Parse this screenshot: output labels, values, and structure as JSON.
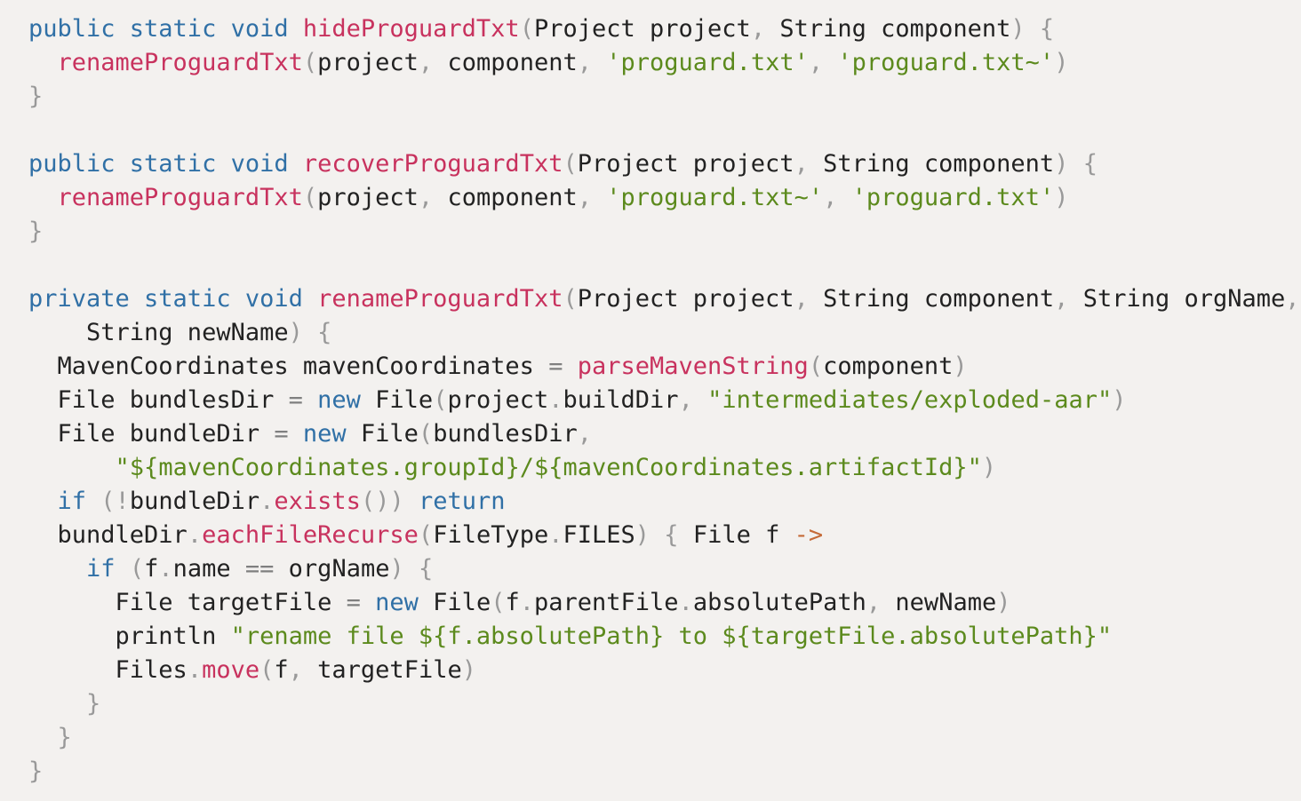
{
  "code": {
    "lines": [
      [
        [
          "kw",
          "public static void "
        ],
        [
          "fn",
          "hideProguardTxt"
        ],
        [
          "pun",
          "("
        ],
        [
          "id",
          "Project project"
        ],
        [
          "pun",
          ", "
        ],
        [
          "id",
          "String component"
        ],
        [
          "pun",
          ") {"
        ]
      ],
      [
        [
          "id",
          "  "
        ],
        [
          "fn",
          "renameProguardTxt"
        ],
        [
          "pun",
          "("
        ],
        [
          "id",
          "project"
        ],
        [
          "pun",
          ", "
        ],
        [
          "id",
          "component"
        ],
        [
          "pun",
          ", "
        ],
        [
          "str",
          "'proguard.txt'"
        ],
        [
          "pun",
          ", "
        ],
        [
          "str",
          "'proguard.txt~'"
        ],
        [
          "pun",
          ")"
        ]
      ],
      [
        [
          "pun",
          "}"
        ]
      ],
      [],
      [
        [
          "kw",
          "public static void "
        ],
        [
          "fn",
          "recoverProguardTxt"
        ],
        [
          "pun",
          "("
        ],
        [
          "id",
          "Project project"
        ],
        [
          "pun",
          ", "
        ],
        [
          "id",
          "String component"
        ],
        [
          "pun",
          ") {"
        ]
      ],
      [
        [
          "id",
          "  "
        ],
        [
          "fn",
          "renameProguardTxt"
        ],
        [
          "pun",
          "("
        ],
        [
          "id",
          "project"
        ],
        [
          "pun",
          ", "
        ],
        [
          "id",
          "component"
        ],
        [
          "pun",
          ", "
        ],
        [
          "str",
          "'proguard.txt~'"
        ],
        [
          "pun",
          ", "
        ],
        [
          "str",
          "'proguard.txt'"
        ],
        [
          "pun",
          ")"
        ]
      ],
      [
        [
          "pun",
          "}"
        ]
      ],
      [],
      [
        [
          "kw",
          "private static void "
        ],
        [
          "fn",
          "renameProguardTxt"
        ],
        [
          "pun",
          "("
        ],
        [
          "id",
          "Project project"
        ],
        [
          "pun",
          ", "
        ],
        [
          "id",
          "String component"
        ],
        [
          "pun",
          ", "
        ],
        [
          "id",
          "String orgName"
        ],
        [
          "pun",
          ","
        ]
      ],
      [
        [
          "id",
          "    String newName"
        ],
        [
          "pun",
          ") {"
        ]
      ],
      [
        [
          "id",
          "  MavenCoordinates mavenCoordinates "
        ],
        [
          "op",
          "= "
        ],
        [
          "fn",
          "parseMavenString"
        ],
        [
          "pun",
          "("
        ],
        [
          "id",
          "component"
        ],
        [
          "pun",
          ")"
        ]
      ],
      [
        [
          "id",
          "  File bundlesDir "
        ],
        [
          "op",
          "= "
        ],
        [
          "kw",
          "new "
        ],
        [
          "id",
          "File"
        ],
        [
          "pun",
          "("
        ],
        [
          "id",
          "project"
        ],
        [
          "pun",
          "."
        ],
        [
          "id",
          "buildDir"
        ],
        [
          "pun",
          ", "
        ],
        [
          "str",
          "\"intermediates/exploded-aar\""
        ],
        [
          "pun",
          ")"
        ]
      ],
      [
        [
          "id",
          "  File bundleDir "
        ],
        [
          "op",
          "= "
        ],
        [
          "kw",
          "new "
        ],
        [
          "id",
          "File"
        ],
        [
          "pun",
          "("
        ],
        [
          "id",
          "bundlesDir"
        ],
        [
          "pun",
          ","
        ]
      ],
      [
        [
          "id",
          "      "
        ],
        [
          "str",
          "\"${mavenCoordinates.groupId}/${mavenCoordinates.artifactId}\""
        ],
        [
          "pun",
          ")"
        ]
      ],
      [
        [
          "id",
          "  "
        ],
        [
          "kw",
          "if "
        ],
        [
          "pun",
          "(!"
        ],
        [
          "id",
          "bundleDir"
        ],
        [
          "pun",
          "."
        ],
        [
          "fn",
          "exists"
        ],
        [
          "pun",
          "()) "
        ],
        [
          "kw",
          "return"
        ]
      ],
      [
        [
          "id",
          "  bundleDir"
        ],
        [
          "pun",
          "."
        ],
        [
          "fn",
          "eachFileRecurse"
        ],
        [
          "pun",
          "("
        ],
        [
          "id",
          "FileType"
        ],
        [
          "pun",
          "."
        ],
        [
          "id",
          "FILES"
        ],
        [
          "pun",
          ") { "
        ],
        [
          "id",
          "File f "
        ],
        [
          "arr",
          "->"
        ]
      ],
      [
        [
          "id",
          "    "
        ],
        [
          "kw",
          "if "
        ],
        [
          "pun",
          "("
        ],
        [
          "id",
          "f"
        ],
        [
          "pun",
          "."
        ],
        [
          "id",
          "name "
        ],
        [
          "op",
          "== "
        ],
        [
          "id",
          "orgName"
        ],
        [
          "pun",
          ") {"
        ]
      ],
      [
        [
          "id",
          "      File targetFile "
        ],
        [
          "op",
          "= "
        ],
        [
          "kw",
          "new "
        ],
        [
          "id",
          "File"
        ],
        [
          "pun",
          "("
        ],
        [
          "id",
          "f"
        ],
        [
          "pun",
          "."
        ],
        [
          "id",
          "parentFile"
        ],
        [
          "pun",
          "."
        ],
        [
          "id",
          "absolutePath"
        ],
        [
          "pun",
          ", "
        ],
        [
          "id",
          "newName"
        ],
        [
          "pun",
          ")"
        ]
      ],
      [
        [
          "id",
          "      println "
        ],
        [
          "str",
          "\"rename file ${f.absolutePath} to ${targetFile.absolutePath}\""
        ]
      ],
      [
        [
          "id",
          "      Files"
        ],
        [
          "pun",
          "."
        ],
        [
          "fn",
          "move"
        ],
        [
          "pun",
          "("
        ],
        [
          "id",
          "f"
        ],
        [
          "pun",
          ", "
        ],
        [
          "id",
          "targetFile"
        ],
        [
          "pun",
          ")"
        ]
      ],
      [
        [
          "pun",
          "    }"
        ]
      ],
      [
        [
          "pun",
          "  }"
        ]
      ],
      [
        [
          "pun",
          "}"
        ]
      ]
    ]
  },
  "colors": {
    "background": "#f3f1ef",
    "keyword": "#3070a6",
    "function": "#c8325e",
    "string": "#5c8a1d",
    "punctuation": "#999999",
    "identifier": "#222222"
  }
}
